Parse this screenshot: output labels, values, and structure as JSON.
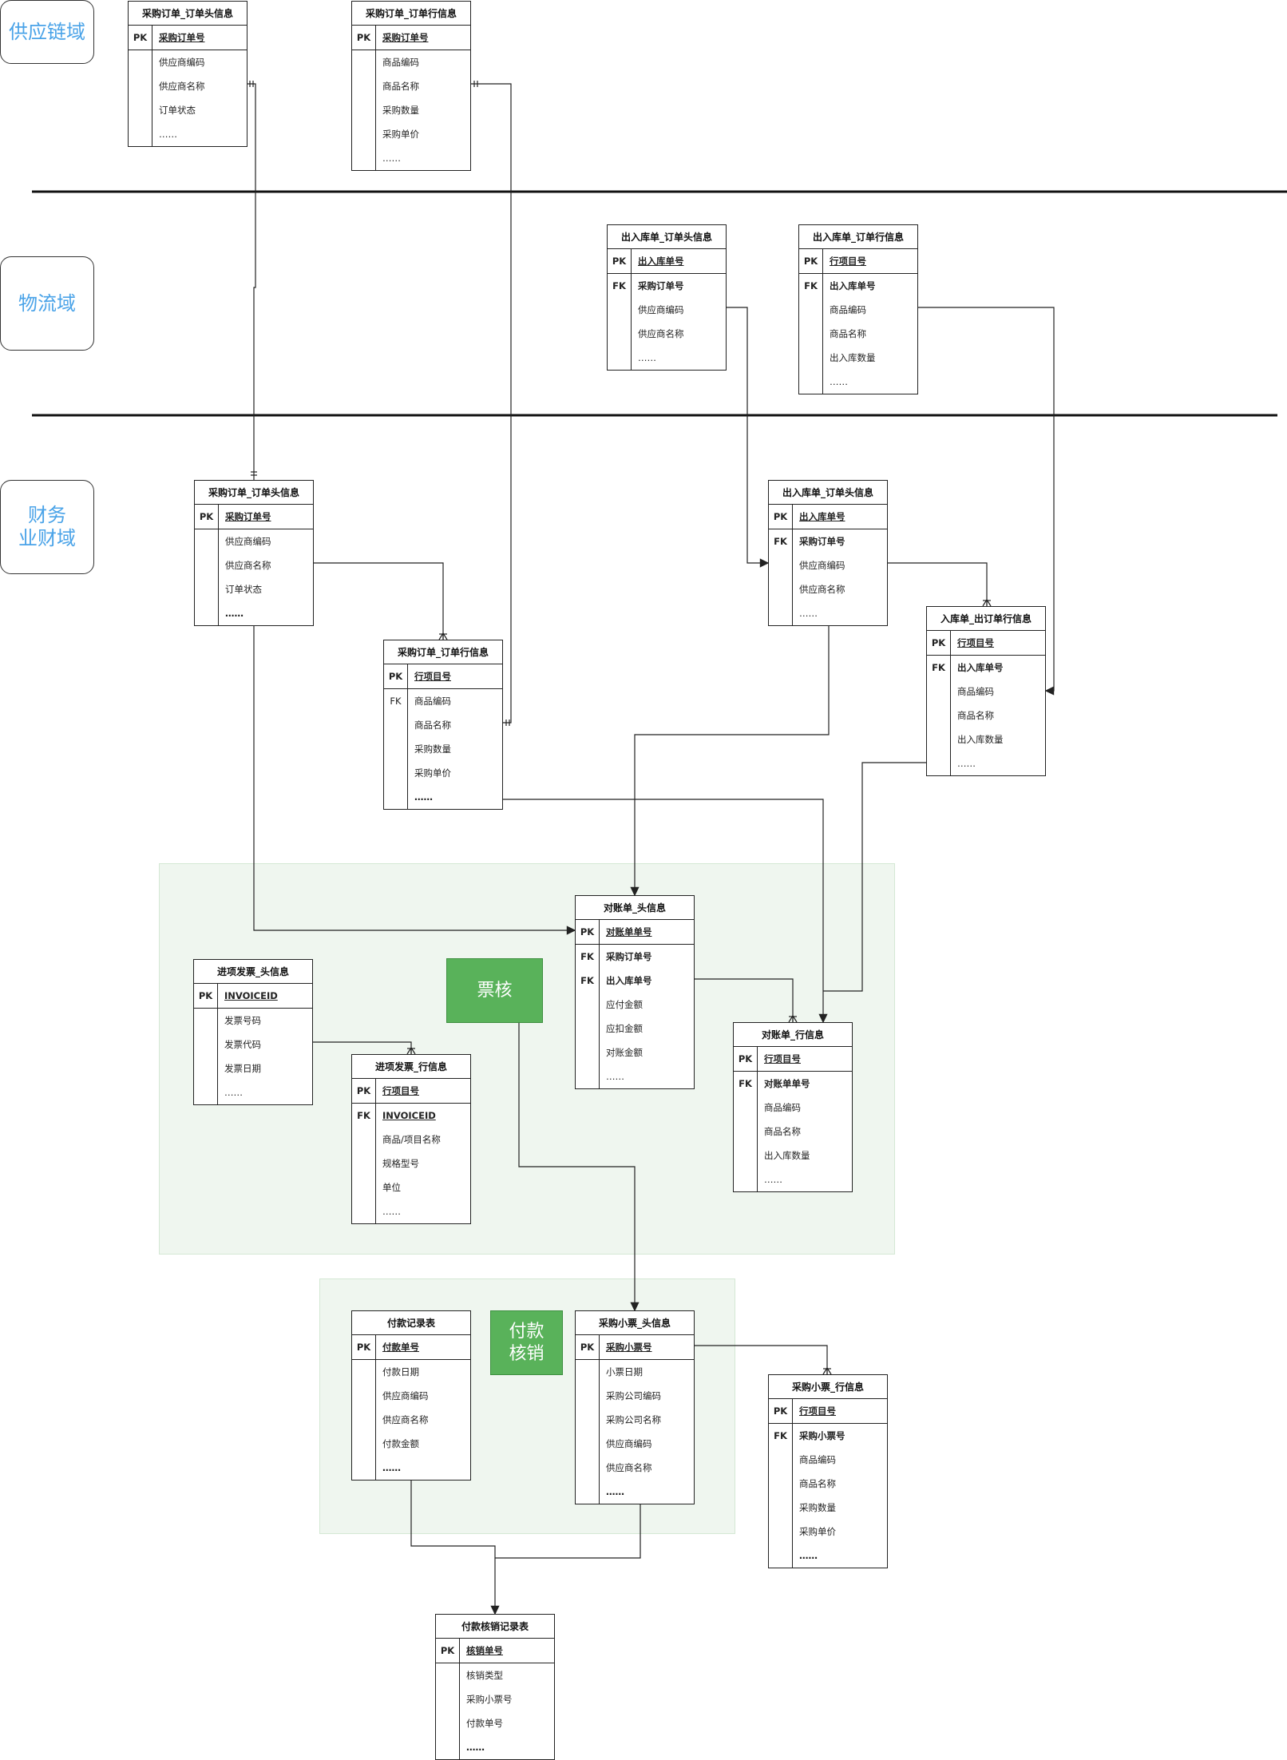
{
  "domains": [
    {
      "label": "供应链域"
    },
    {
      "label": "物流域"
    },
    {
      "label": "财务\n业财域"
    }
  ],
  "badges": [
    {
      "label": "票核"
    },
    {
      "label": "付款\n核销"
    }
  ],
  "entities": [
    {
      "id": "sc_po_head",
      "title": "采购订单_订单头信息",
      "rows": [
        {
          "key": "PK",
          "name": "采购订单号",
          "pk": true,
          "bold": true
        },
        {
          "key": "",
          "name": "供应商编码"
        },
        {
          "key": "",
          "name": "供应商名称"
        },
        {
          "key": "",
          "name": "订单状态"
        },
        {
          "key": "",
          "name": "……"
        }
      ]
    },
    {
      "id": "sc_po_line",
      "title": "采购订单_订单行信息",
      "rows": [
        {
          "key": "PK",
          "name": "采购订单号",
          "pk": true,
          "bold": true
        },
        {
          "key": "",
          "name": "商品编码"
        },
        {
          "key": "",
          "name": "商品名称"
        },
        {
          "key": "",
          "name": "采购数量"
        },
        {
          "key": "",
          "name": "采购单价"
        },
        {
          "key": "",
          "name": "……"
        }
      ]
    },
    {
      "id": "lg_io_head",
      "title": "出入库单_订单头信息",
      "rows": [
        {
          "key": "PK",
          "name": "出入库单号",
          "pk": true,
          "bold": true
        },
        {
          "key": "FK",
          "name": "采购订单号",
          "bold": true
        },
        {
          "key": "",
          "name": "供应商编码"
        },
        {
          "key": "",
          "name": "供应商名称"
        },
        {
          "key": "",
          "name": "……"
        }
      ]
    },
    {
      "id": "lg_io_line",
      "title": "出入库单_订单行信息",
      "rows": [
        {
          "key": "PK",
          "name": "行项目号",
          "pk": true,
          "bold": true
        },
        {
          "key": "FK",
          "name": "出入库单号",
          "bold": true
        },
        {
          "key": "",
          "name": "商品编码"
        },
        {
          "key": "",
          "name": "商品名称"
        },
        {
          "key": "",
          "name": "出入库数量"
        },
        {
          "key": "",
          "name": "……"
        }
      ]
    },
    {
      "id": "fi_po_head",
      "title": "采购订单_订单头信息",
      "rows": [
        {
          "key": "PK",
          "name": "采购订单号",
          "pk": true,
          "bold": true
        },
        {
          "key": "",
          "name": "供应商编码"
        },
        {
          "key": "",
          "name": "供应商名称"
        },
        {
          "key": "",
          "name": "订单状态"
        },
        {
          "key": "",
          "name": "……",
          "bold": true
        }
      ]
    },
    {
      "id": "fi_po_line",
      "title": "采购订单_订单行信息",
      "rows": [
        {
          "key": "PK",
          "name": "行项目号",
          "pk": true,
          "bold": true
        },
        {
          "key": "FK",
          "name": "商品编码",
          "plainkey": true
        },
        {
          "key": "",
          "name": "商品名称"
        },
        {
          "key": "",
          "name": "采购数量"
        },
        {
          "key": "",
          "name": "采购单价"
        },
        {
          "key": "",
          "name": "……",
          "bold": true
        }
      ]
    },
    {
      "id": "fi_io_head",
      "title": "出入库单_订单头信息",
      "rows": [
        {
          "key": "PK",
          "name": "出入库单号",
          "pk": true,
          "bold": true
        },
        {
          "key": "FK",
          "name": "采购订单号",
          "bold": true
        },
        {
          "key": "",
          "name": "供应商编码"
        },
        {
          "key": "",
          "name": "供应商名称"
        },
        {
          "key": "",
          "name": "……"
        }
      ]
    },
    {
      "id": "fi_io_line",
      "title": "入库单_出订单行信息",
      "rows": [
        {
          "key": "PK",
          "name": "行项目号",
          "pk": true,
          "bold": true
        },
        {
          "key": "FK",
          "name": "出入库单号",
          "bold": true
        },
        {
          "key": "",
          "name": "商品编码"
        },
        {
          "key": "",
          "name": "商品名称"
        },
        {
          "key": "",
          "name": "出入库数量"
        },
        {
          "key": "",
          "name": "……"
        }
      ]
    },
    {
      "id": "recon_head",
      "title": "对账单_头信息",
      "rows": [
        {
          "key": "PK",
          "name": "对账单单号",
          "pk": true,
          "bold": true
        },
        {
          "key": "FK",
          "name": "采购订单号",
          "bold": true
        },
        {
          "key": "FK",
          "name": "出入库单号",
          "bold": true
        },
        {
          "key": "",
          "name": "应付金额"
        },
        {
          "key": "",
          "name": "应扣金额"
        },
        {
          "key": "",
          "name": "对账金额"
        },
        {
          "key": "",
          "name": "……"
        }
      ]
    },
    {
      "id": "recon_line",
      "title": "对账单_行信息",
      "rows": [
        {
          "key": "PK",
          "name": "行项目号",
          "pk": true,
          "bold": true
        },
        {
          "key": "FK",
          "name": "对账单单号",
          "bold": true
        },
        {
          "key": "",
          "name": "商品编码"
        },
        {
          "key": "",
          "name": "商品名称"
        },
        {
          "key": "",
          "name": "出入库数量"
        },
        {
          "key": "",
          "name": "……"
        }
      ]
    },
    {
      "id": "inv_head",
      "title": "进项发票_头信息",
      "rows": [
        {
          "key": "PK",
          "name": "INVOICEID",
          "pk": true,
          "bold": true
        },
        {
          "key": "",
          "name": "发票号码"
        },
        {
          "key": "",
          "name": "发票代码"
        },
        {
          "key": "",
          "name": "发票日期"
        },
        {
          "key": "",
          "name": "……"
        }
      ]
    },
    {
      "id": "inv_line",
      "title": "进项发票_行信息",
      "rows": [
        {
          "key": "PK",
          "name": "行项目号",
          "pk": true,
          "bold": true
        },
        {
          "key": "FK",
          "name": "INVOICEID",
          "pk": true,
          "bold": true
        },
        {
          "key": "",
          "name": "商品/项目名称"
        },
        {
          "key": "",
          "name": "规格型号"
        },
        {
          "key": "",
          "name": "单位"
        },
        {
          "key": "",
          "name": "……"
        }
      ]
    },
    {
      "id": "payment",
      "title": "付款记录表",
      "rows": [
        {
          "key": "PK",
          "name": "付款单号",
          "pk": true,
          "bold": true
        },
        {
          "key": "",
          "name": "付款日期"
        },
        {
          "key": "",
          "name": "供应商编码"
        },
        {
          "key": "",
          "name": "供应商名称"
        },
        {
          "key": "",
          "name": "付款金额"
        },
        {
          "key": "",
          "name": "……",
          "bold": true
        }
      ]
    },
    {
      "id": "ticket_head",
      "title": "采购小票_头信息",
      "rows": [
        {
          "key": "PK",
          "name": "采购小票号",
          "pk": true,
          "bold": true
        },
        {
          "key": "",
          "name": "小票日期"
        },
        {
          "key": "",
          "name": "采购公司编码"
        },
        {
          "key": "",
          "name": "采购公司名称"
        },
        {
          "key": "",
          "name": "供应商编码"
        },
        {
          "key": "",
          "name": "供应商名称"
        },
        {
          "key": "",
          "name": "……",
          "bold": true
        }
      ]
    },
    {
      "id": "ticket_line",
      "title": "采购小票_行信息",
      "rows": [
        {
          "key": "PK",
          "name": "行项目号",
          "pk": true,
          "bold": true
        },
        {
          "key": "FK",
          "name": "采购小票号",
          "bold": true
        },
        {
          "key": "",
          "name": "商品编码"
        },
        {
          "key": "",
          "name": "商品名称"
        },
        {
          "key": "",
          "name": "采购数量"
        },
        {
          "key": "",
          "name": "采购单价"
        },
        {
          "key": "",
          "name": "……",
          "bold": true
        }
      ]
    },
    {
      "id": "writeoff",
      "title": "付款核销记录表",
      "rows": [
        {
          "key": "PK",
          "name": "核销单号",
          "pk": true,
          "bold": true
        },
        {
          "key": "",
          "name": "核销类型"
        },
        {
          "key": "",
          "name": "采购小票号"
        },
        {
          "key": "",
          "name": "付款单号"
        },
        {
          "key": "",
          "name": "……",
          "bold": true
        }
      ]
    }
  ]
}
